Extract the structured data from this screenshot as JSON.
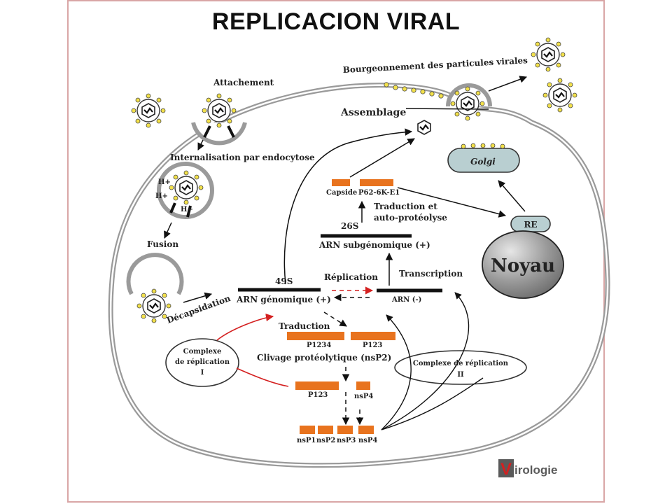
{
  "title": "REPLICACION  VIRAL",
  "labels": {
    "attachement": "Attachement",
    "internalisation": "Internalisation par endocytose",
    "fusion": "Fusion",
    "decapsidation": "Décapsidation",
    "bourgeonnement": "Bourgeonnement des particules virales",
    "assemblage": "Assemblage",
    "golgi": "Golgi",
    "re": "RE",
    "noyau": "Noyau",
    "capside": "Capside",
    "p62": "P62-6K-E1",
    "traduction_et": "Traduction et",
    "auto_proteolyse": "auto-protéolyse",
    "s26": "26S",
    "arn_subgenomique": "ARN subgénomique (+)",
    "transcription": "Transcription",
    "s49": "49S",
    "replication": "Réplication",
    "arn_genomique": "ARN génomique (+)",
    "arn_neg": "ARN (-)",
    "traduction": "Traduction",
    "p1234": "P1234",
    "p123_a": "P123",
    "clivage": "Clivage protéolytique (nsP2)",
    "p123_b": "P123",
    "nsp4_a": "nsP4",
    "nsp1": "nsP1",
    "nsp2": "nsP2",
    "nsp3": "nsP3",
    "nsp4_b": "nsP4",
    "complexe1_l1": "Complexe",
    "complexe1_l2": "de réplication",
    "complexe1_l3": "I",
    "complexe2_l1": "Complexe de réplication",
    "complexe2_l2": "II",
    "hplus_1": "H+",
    "hplus_2": "H+",
    "hplus_3": "H+",
    "logo_text": "irologie",
    "logo_v": "V"
  },
  "colors": {
    "membrane": "#9a9a9a",
    "orange": "#e8731e",
    "red_arrow": "#d42020",
    "virus_dot": "#f2e04a",
    "golgi_fill": "#b9cfd1",
    "nucleus": "#8c8c8c"
  }
}
